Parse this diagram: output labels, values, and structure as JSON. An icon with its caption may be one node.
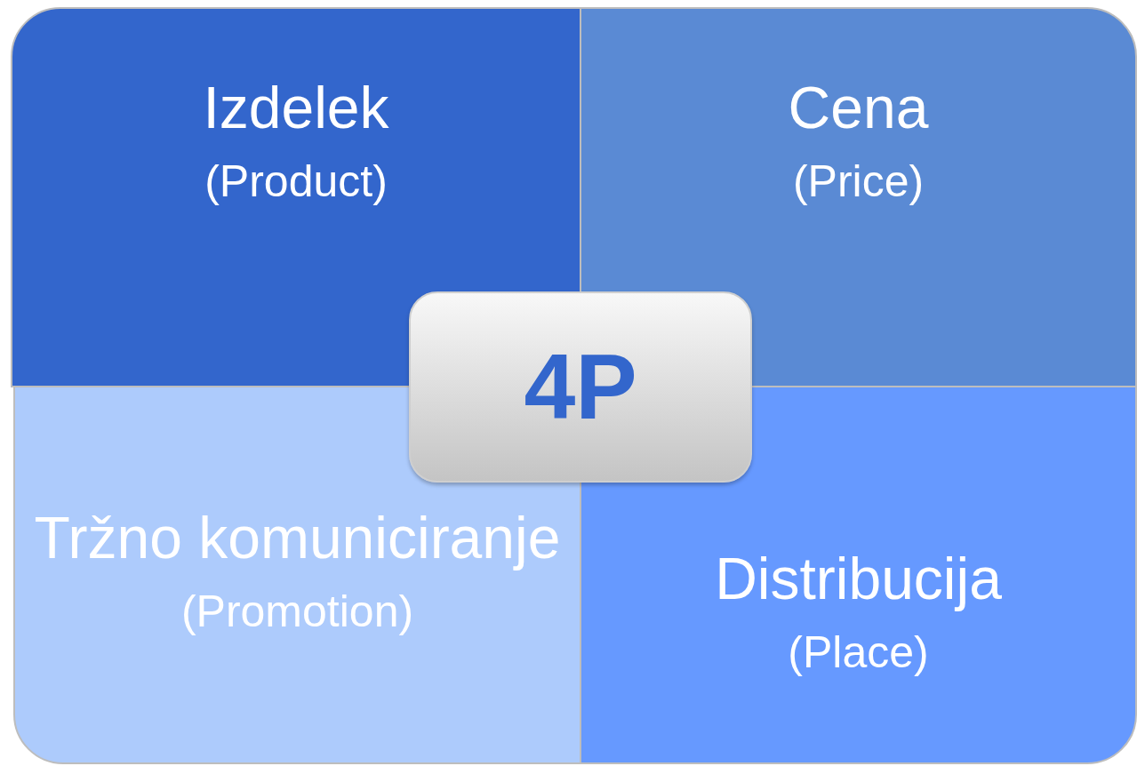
{
  "diagram": {
    "nodes": [
      {
        "text": [
          "Izdelek",
          "(Product)"
        ]
      },
      {
        "text": [
          "Cena",
          "(Price)"
        ]
      },
      {
        "text": [
          "4P"
        ]
      },
      {
        "text": [
          "Tržno komuniciranje",
          "(Promotion)"
        ]
      },
      {
        "text": [
          "Distribucija",
          "(Place)"
        ]
      }
    ]
  }
}
